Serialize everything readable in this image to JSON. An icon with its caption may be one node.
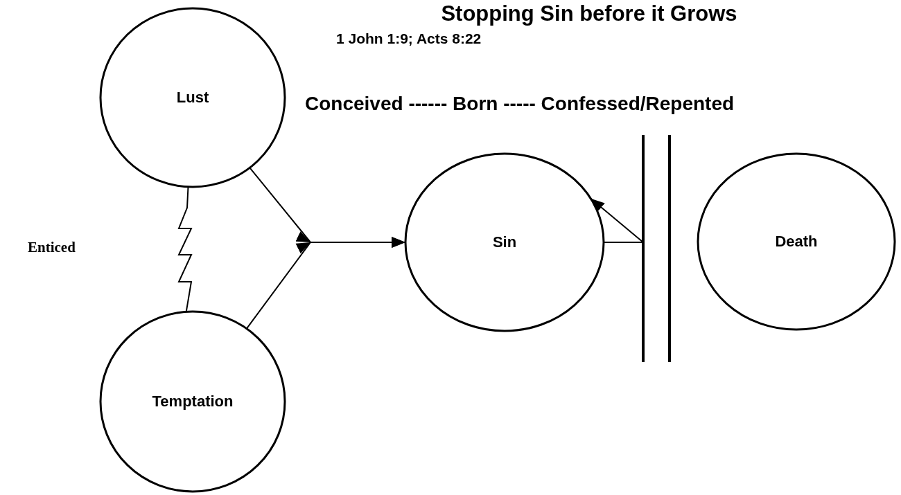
{
  "diagram": {
    "title": "Stopping Sin before it Grows",
    "nodes": [
      {
        "text": [
          "Lust"
        ]
      },
      {
        "text": [
          "Temptation"
        ]
      },
      {
        "text": [
          "Sin"
        ]
      },
      {
        "text": [],
        "shape": "bar"
      },
      {
        "text": [
          "Death"
        ]
      }
    ],
    "edges": [
      {
        "from": 0,
        "to": 2,
        "arrow": "to"
      },
      {
        "from": 1,
        "to": 2,
        "arrow": "to"
      },
      {
        "from": 0,
        "to": 1,
        "arrow": "none"
      },
      {
        "from": 2,
        "to": 3,
        "arrow": "none"
      },
      {
        "from": 3,
        "to": 2,
        "arrow": "to"
      }
    ],
    "labels": [
      "1 John 1:9; Acts 8:22",
      "Conceived ------ Born ----- Confessed/Repented",
      "Enticed"
    ]
  }
}
